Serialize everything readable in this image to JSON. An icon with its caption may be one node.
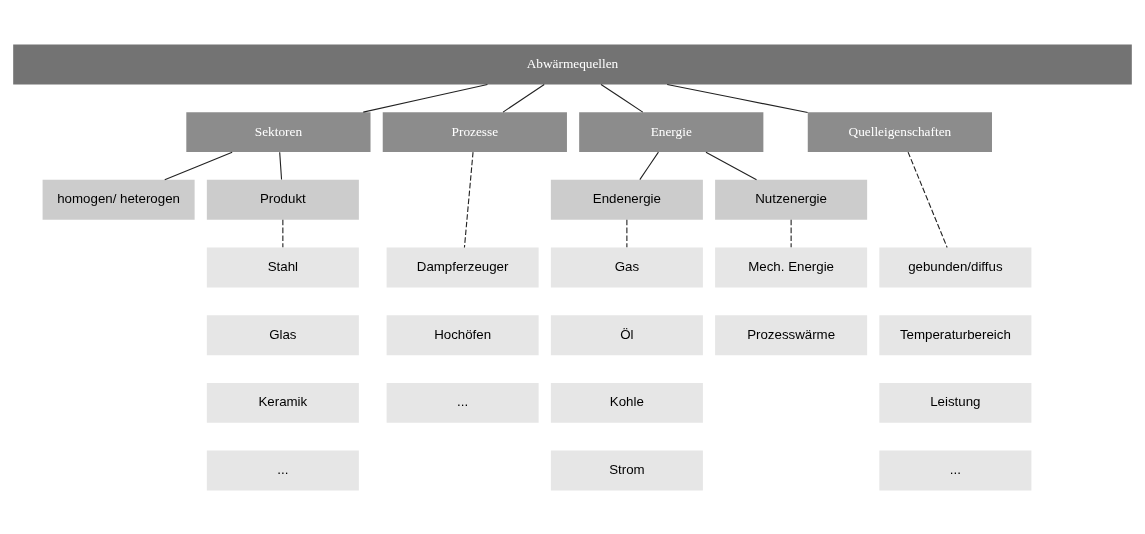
{
  "diagram": {
    "nodes": [
      {
        "text": [
          "Abwärmequellen"
        ]
      },
      {
        "text": [
          "Sektoren"
        ]
      },
      {
        "text": [
          "Prozesse"
        ]
      },
      {
        "text": [
          "Energie"
        ]
      },
      {
        "text": [
          "Quelleigenschaften"
        ]
      },
      {
        "text": [
          "homogen/ heterogen"
        ]
      },
      {
        "text": [
          "Produkt"
        ]
      },
      {
        "text": [
          "Endenergie"
        ]
      },
      {
        "text": [
          "Nutzenergie"
        ]
      },
      {
        "text": [
          "Stahl"
        ]
      },
      {
        "text": [
          "Dampferzeuger"
        ]
      },
      {
        "text": [
          "Gas"
        ]
      },
      {
        "text": [
          "Mech. Energie"
        ]
      },
      {
        "text": [
          "gebunden/diffus"
        ]
      },
      {
        "text": [
          "Glas"
        ]
      },
      {
        "text": [
          "Hochöfen"
        ]
      },
      {
        "text": [
          "Öl"
        ]
      },
      {
        "text": [
          "Prozesswärme"
        ]
      },
      {
        "text": [
          "Temperaturbereich"
        ]
      },
      {
        "text": [
          "Keramik"
        ]
      },
      {
        "text": [
          "..."
        ]
      },
      {
        "text": [
          "Kohle"
        ]
      },
      {
        "text": [
          "Leistung"
        ]
      },
      {
        "text": [
          "..."
        ]
      },
      {
        "text": [
          "Strom"
        ]
      },
      {
        "text": [
          "..."
        ]
      }
    ],
    "edges": [
      {
        "from": 0,
        "to": 1,
        "arrow": "none"
      },
      {
        "from": 0,
        "to": 2,
        "arrow": "none"
      },
      {
        "from": 0,
        "to": 3,
        "arrow": "none"
      },
      {
        "from": 0,
        "to": 4,
        "arrow": "none"
      },
      {
        "from": 1,
        "to": 5,
        "arrow": "none"
      },
      {
        "from": 1,
        "to": 6,
        "arrow": "none"
      },
      {
        "from": 3,
        "to": 7,
        "arrow": "none"
      },
      {
        "from": 3,
        "to": 8,
        "arrow": "none"
      },
      {
        "from": 6,
        "to": 9,
        "arrow": "none",
        "style": "dashed"
      },
      {
        "from": 2,
        "to": 10,
        "arrow": "none",
        "style": "dashed"
      },
      {
        "from": 7,
        "to": 11,
        "arrow": "none",
        "style": "dashed"
      },
      {
        "from": 8,
        "to": 12,
        "arrow": "none",
        "style": "dashed"
      },
      {
        "from": 4,
        "to": 13,
        "arrow": "none",
        "style": "dashed"
      }
    ]
  }
}
